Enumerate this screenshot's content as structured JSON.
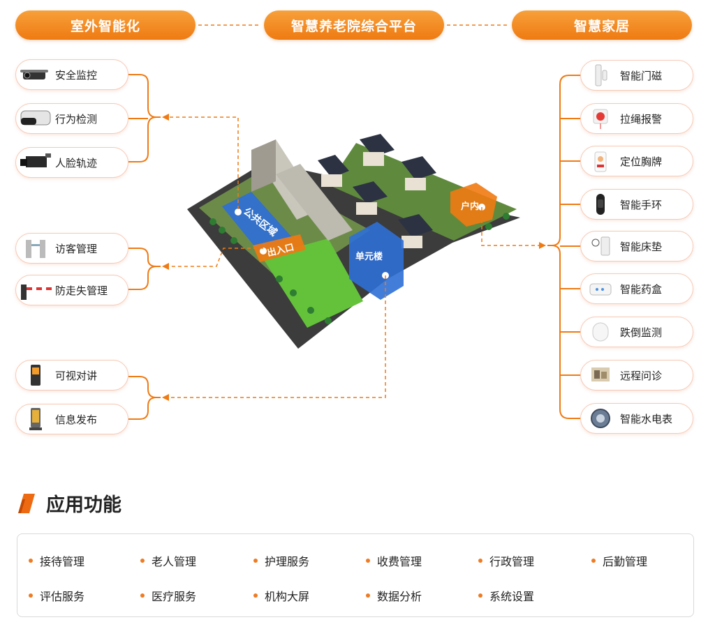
{
  "headers": {
    "left": "室外智能化",
    "center": "智慧养老院综合平台",
    "right": "智慧家居"
  },
  "left_devices": [
    {
      "label": "安全监控",
      "icon": "dome-camera-icon"
    },
    {
      "label": "行为检测",
      "icon": "bullet-camera-icon"
    },
    {
      "label": "人脸轨迹",
      "icon": "box-camera-icon"
    },
    {
      "label": "访客管理",
      "icon": "turnstile-gate-icon"
    },
    {
      "label": "防走失管理",
      "icon": "barrier-gate-icon"
    },
    {
      "label": "可视对讲",
      "icon": "intercom-panel-icon"
    },
    {
      "label": "信息发布",
      "icon": "info-kiosk-icon"
    }
  ],
  "right_devices": [
    {
      "label": "智能门磁",
      "icon": "door-sensor-icon"
    },
    {
      "label": "拉绳报警",
      "icon": "pull-cord-alarm-icon"
    },
    {
      "label": "定位胸牌",
      "icon": "location-badge-icon"
    },
    {
      "label": "智能手环",
      "icon": "smart-band-icon"
    },
    {
      "label": "智能床垫",
      "icon": "bed-sensor-icon"
    },
    {
      "label": "智能药盒",
      "icon": "pill-box-icon"
    },
    {
      "label": "跌倒监测",
      "icon": "fall-sensor-icon"
    },
    {
      "label": "远程问诊",
      "icon": "telemedicine-icon"
    },
    {
      "label": "智能水电表",
      "icon": "water-meter-icon"
    }
  ],
  "map_labels": {
    "public_area": "公共区域",
    "entrance": "出入口",
    "unit_building": "单元楼",
    "indoor": "户内"
  },
  "section": {
    "title": "应用功能"
  },
  "functions": [
    "接待管理",
    "老人管理",
    "护理服务",
    "收费管理",
    "行政管理",
    "后勤管理",
    "评估服务",
    "医疗服务",
    "机构大屏",
    "数据分析",
    "系统设置"
  ],
  "colors": {
    "accent": "#ef7a12",
    "pill_border": "#f6c9b6",
    "blue_zone": "#2f6fd6"
  }
}
